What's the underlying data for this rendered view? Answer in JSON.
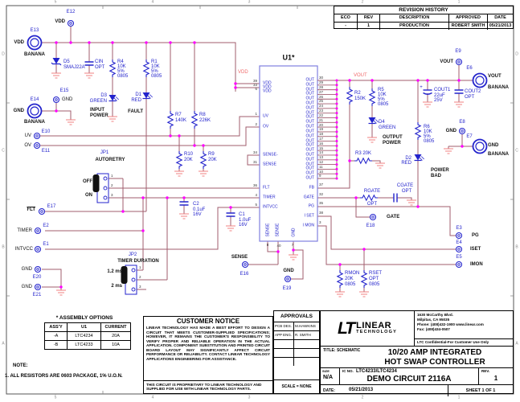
{
  "revision_history": {
    "title": "REVISION HISTORY",
    "headers": [
      "ECO",
      "REV",
      "DESCRIPTION",
      "APPROVED",
      "DATE"
    ],
    "rows": [
      [
        "-",
        "1",
        "PRODUCTION",
        "ROBERT SMITH",
        "05/21/2013"
      ]
    ]
  },
  "assembly_options": {
    "title": "* ASSEMBLY OPTIONS",
    "headers": [
      "ASS'Y",
      "U1",
      "CURRENT"
    ],
    "rows": [
      [
        "-A",
        "LTC4234",
        "20A"
      ],
      [
        "-B",
        "LTC4233",
        "10A"
      ]
    ]
  },
  "notes": {
    "heading": "NOTE:",
    "item1": "1. ALL RESISTORS ARE 0603 PACKAGE, 1% U.O.N."
  },
  "customer_notice": {
    "title": "CUSTOMER NOTICE",
    "body": "LINEAR TECHNOLOGY HAS MADE A BEST EFFORT TO DESIGN A CIRCUIT THAT MEETS CUSTOMER-SUPPLIED SPECIFICATIONS; HOWEVER, IT REMAINS THE CUSTOMER'S RESPONSIBILITY TO VERIFY PROPER AND RELIABLE OPERATION IN THE ACTUAL APPLICATION.  COMPONENT SUBSTITUTION AND PRINTED CIRCUIT BOARD LAYOUT MAY SIGNIFICANTLY AFFECT CIRCUIT PERFORMANCE OR RELIABILITY.  CONTACT LINEAR TECHNOLOGY APPLICATIONS ENGINEERING FOR ASSISTANCE.",
    "footer": "THIS CIRCUIT IS PROPRIETARY TO LINEAR TECHNOLOGY AND SUPPLIED FOR USE WITH LINEAR TECHNOLOGY PARTS."
  },
  "approvals": {
    "title": "APPROVALS",
    "rows": [
      [
        "PCB DES.",
        "M.HAWKINS"
      ],
      [
        "APP ENG.",
        "R. SMITH"
      ],
      [
        "",
        ""
      ],
      [
        "",
        ""
      ],
      [
        "",
        ""
      ]
    ],
    "scale": "SCALE = NONE"
  },
  "title_block": {
    "logo": "LT",
    "company": "LINEAR",
    "company2": "TECHNOLOGY",
    "addr1": "1630 McCarthy Blvd.",
    "addr2": "Milpitas, CA 95035",
    "addr3": "Phone: (408)432-1900  www.linear.com",
    "addr4": "Fax: (408)434-0507",
    "confidential": "LTC Confidential-For Customer Use Only",
    "title_label": "TITLE: SCHEMATIC",
    "title1": "10/20 AMP INTEGRATED",
    "title2": "HOT SWAP CONTROLLER",
    "size_label": "SIZE",
    "size": "N/A",
    "icno_label": "IC NO.",
    "icno": "LTC4233/LTC4234",
    "demo": "DEMO CIRCUIT 2116A",
    "rev_label": "REV.",
    "rev": "1",
    "date_label": "DATE:",
    "date": "05/21/2013",
    "sheet": "SHEET   1   OF   1"
  },
  "zones": {
    "cols": [
      "5",
      "4",
      "3",
      "2",
      "1"
    ],
    "rows": [
      "D",
      "C",
      "B",
      "A"
    ]
  },
  "schematic": {
    "out_pin_numbers": [
      30,
      29,
      28,
      27,
      26,
      25,
      24,
      23,
      22,
      21,
      20,
      19,
      18,
      17,
      16,
      15,
      14,
      13,
      12,
      11,
      10,
      9
    ],
    "labels": [
      [
        "E12",
        88,
        15,
        "b",
        "turret-ref-e12"
      ],
      [
        "VDD",
        81,
        27,
        "kb ra",
        "net-vdd-e12"
      ],
      [
        "E13",
        43,
        38,
        "b",
        "turret-ref-e13"
      ],
      [
        "VDD",
        30,
        53,
        "kb ra",
        "banana-vdd-label"
      ],
      [
        "BANANA",
        43,
        68,
        "kb",
        "banana-vdd-sub"
      ],
      [
        "D5",
        79,
        77,
        "b la",
        "ref-d5"
      ],
      [
        "SMAJ22A",
        79,
        84,
        "b la",
        "val-d5"
      ],
      [
        "CIN",
        118,
        77,
        "b la",
        "ref-cin"
      ],
      [
        "OPT",
        118,
        84,
        "b la",
        "val-cin"
      ],
      [
        "R4",
        146,
        77,
        "b la",
        "ref-r4"
      ],
      [
        "10K",
        146,
        83,
        "b la",
        "val-r4"
      ],
      [
        "5%",
        146,
        89,
        "b la",
        "tol-r4"
      ],
      [
        "0805",
        146,
        95,
        "b la",
        "pkg-r4"
      ],
      [
        "R1",
        188,
        77,
        "b la",
        "ref-r1"
      ],
      [
        "10K",
        188,
        83,
        "b la",
        "val-r1"
      ],
      [
        "5%",
        188,
        89,
        "b la",
        "tol-r1"
      ],
      [
        "0805",
        188,
        95,
        "b la",
        "pkg-r1"
      ],
      [
        "D3",
        133,
        119,
        "b ra",
        "ref-d3"
      ],
      [
        "GREEN",
        133,
        126,
        "b ra",
        "val-d3"
      ],
      [
        "INPUT",
        112,
        137,
        "kb la",
        "label-input-power-1"
      ],
      [
        "POWER",
        112,
        144,
        "kb la",
        "label-input-power-2"
      ],
      [
        "D1",
        176,
        118,
        "b ra",
        "ref-d1"
      ],
      [
        "RED",
        176,
        125,
        "b ra",
        "val-d1"
      ],
      [
        "FAULT",
        178,
        139,
        "kb ra",
        "label-fault"
      ],
      [
        "E15",
        80,
        113,
        "b",
        "turret-ref-e15"
      ],
      [
        "GND",
        77,
        124,
        "k la",
        "net-gnd-e15"
      ],
      [
        "E14",
        43,
        124,
        "b",
        "turret-ref-e14"
      ],
      [
        "GND",
        30,
        138,
        "kb ra",
        "banana-gnd-label"
      ],
      [
        "BANANA",
        43,
        152,
        "kb",
        "banana-gnd-sub"
      ],
      [
        "R7",
        218,
        143,
        "b la",
        "ref-r7"
      ],
      [
        "140K",
        218,
        150,
        "b la",
        "val-r7"
      ],
      [
        "R8",
        248,
        143,
        "b la",
        "ref-r8"
      ],
      [
        "226K",
        248,
        150,
        "b la",
        "val-r8"
      ],
      [
        "R10",
        229,
        192,
        "b la",
        "ref-r10"
      ],
      [
        "20K",
        229,
        199,
        "b la",
        "val-r10"
      ],
      [
        "R9",
        259,
        192,
        "b la",
        "ref-r9"
      ],
      [
        "20K",
        259,
        199,
        "b la",
        "val-r9"
      ],
      [
        "UV",
        39,
        169,
        "k ra",
        "net-uv"
      ],
      [
        "E10",
        57,
        164,
        "b",
        "turret-ref-e10"
      ],
      [
        "OV",
        39,
        181,
        "k ra",
        "net-ov"
      ],
      [
        "E11",
        57,
        188,
        "b",
        "turret-ref-e11"
      ],
      [
        "JP1",
        130,
        190,
        "b",
        "ref-jp1"
      ],
      [
        "AUTORETRY",
        137,
        199,
        "kb",
        "label-autoretry"
      ],
      [
        "OFF",
        115,
        226,
        "kb ra",
        "label-off"
      ],
      [
        "ON",
        115,
        243,
        "kb ra",
        "label-on"
      ],
      [
        "1",
        138,
        219,
        "p la",
        "jp1-pin1-num"
      ],
      [
        "2",
        138,
        231,
        "p la",
        "jp1-pin2-num"
      ],
      [
        "3",
        138,
        243,
        "p la",
        "jp1-pin3-num"
      ],
      [
        "FLT",
        44,
        261,
        "kb ra ov",
        "net-flt"
      ],
      [
        "E17",
        64,
        257,
        "b",
        "turret-ref-e17"
      ],
      [
        "TIMER",
        40,
        287,
        "k ra",
        "net-timer"
      ],
      [
        "E2",
        57,
        281,
        "b",
        "turret-ref-e2"
      ],
      [
        "INTVCC",
        41,
        310,
        "k ra",
        "net-intvcc"
      ],
      [
        "E1",
        57,
        304,
        "b",
        "turret-ref-e1"
      ],
      [
        "GND",
        40,
        335,
        "k ra",
        "net-gnd-e20"
      ],
      [
        "E20",
        46,
        345,
        "b",
        "turret-ref-e20"
      ],
      [
        "GND",
        40,
        357,
        "k ra",
        "net-gnd-e21"
      ],
      [
        "E21",
        46,
        367,
        "b",
        "turret-ref-e21"
      ],
      [
        "JP2",
        165,
        317,
        "b",
        "ref-jp2"
      ],
      [
        "TIMER DURATION",
        172,
        325,
        "kb",
        "label-timer-duration"
      ],
      [
        "1.2 ms",
        152,
        338,
        "kb ra",
        "label-1-2ms"
      ],
      [
        "2 ms",
        152,
        356,
        "kb ra",
        "label-2ms"
      ],
      [
        "1",
        173,
        333,
        "p la",
        "jp2-pin1-num"
      ],
      [
        "2",
        173,
        345,
        "p la",
        "jp2-pin2-num"
      ],
      [
        "3",
        173,
        357,
        "p la",
        "jp2-pin3-num"
      ],
      [
        "C2",
        240,
        254,
        "b la",
        "ref-c2"
      ],
      [
        "0.1uF",
        240,
        261,
        "b la",
        "val-c2"
      ],
      [
        "16V",
        240,
        267,
        "b la",
        "volt-c2"
      ],
      [
        "C1",
        297,
        267,
        "b la",
        "ref-c1"
      ],
      [
        "1.0uF",
        297,
        274,
        "b la",
        "val-c1"
      ],
      [
        "16V",
        297,
        280,
        "b la",
        "volt-c1"
      ],
      [
        "SENSE",
        298,
        320,
        "kb",
        "net-sense-e16"
      ],
      [
        "E16",
        304,
        341,
        "b",
        "turret-ref-e16"
      ],
      [
        "GND",
        359,
        337,
        "kb",
        "net-gnd-e19"
      ],
      [
        "E19",
        357,
        359,
        "b",
        "turret-ref-e19"
      ],
      [
        "VDD",
        296,
        90,
        "r la",
        "netlabel-vdd"
      ],
      [
        "U1*",
        359,
        72,
        "kb9",
        "ref-u1"
      ],
      [
        "VDD",
        327,
        104,
        "pn la",
        "u1-pin-vdd1"
      ],
      [
        "VDD",
        327,
        109,
        "pn la",
        "u1-pin-vdd2"
      ],
      [
        "VDD",
        327,
        114,
        "pn la",
        "u1-pin-vdd3"
      ],
      [
        "39",
        320,
        101,
        "p ra",
        "u1-num-39"
      ],
      [
        "33",
        320,
        106,
        "p ra",
        "u1-num-33"
      ],
      [
        "6",
        320,
        111,
        "p ra",
        "u1-num-6"
      ],
      [
        "UV",
        327,
        145,
        "pn la",
        "u1-pin-uv"
      ],
      [
        "1",
        320,
        142,
        "p ra",
        "u1-num-1"
      ],
      [
        "OV",
        327,
        158,
        "pn la",
        "u1-pin-ov"
      ],
      [
        "2",
        320,
        155,
        "p ra",
        "u1-num-2"
      ],
      [
        "SENSE-",
        327,
        193,
        "pn la",
        "u1-pin-sense-minus"
      ],
      [
        "34",
        320,
        190,
        "p ra",
        "u1-num-34"
      ],
      [
        "SENSE",
        327,
        205,
        "pn la",
        "u1-pin-sense"
      ],
      [
        "31",
        320,
        202,
        "p ra",
        "u1-num-31"
      ],
      [
        "FLT",
        327,
        234,
        "pn la",
        "u1-pin-flt"
      ],
      [
        "36",
        320,
        231,
        "p ra",
        "u1-num-36"
      ],
      [
        "TIMER",
        327,
        246,
        "pn la",
        "u1-pin-timer"
      ],
      [
        "4",
        320,
        243,
        "p ra",
        "u1-num-4"
      ],
      [
        "INTVCC",
        327,
        258,
        "pn la",
        "u1-pin-intvcc"
      ],
      [
        "5",
        320,
        255,
        "p ra",
        "u1-num-5"
      ],
      [
        "FB",
        391,
        234,
        "pn ra",
        "u1-pin-fb"
      ],
      [
        "37",
        397,
        230,
        "p la",
        "u1-num-37"
      ],
      [
        "GATE",
        391,
        246,
        "pn ra",
        "u1-pin-gate"
      ],
      [
        "32",
        397,
        242,
        "p la",
        "u1-num-32"
      ],
      [
        "PG",
        391,
        257,
        "pn ra",
        "u1-pin-pg"
      ],
      [
        "35",
        397,
        253,
        "p la",
        "u1-num-35"
      ],
      [
        "I SET",
        391,
        269,
        "pn ra",
        "u1-pin-iset"
      ],
      [
        "38",
        397,
        265,
        "p la",
        "u1-num-38"
      ],
      [
        "I MON",
        391,
        281,
        "pn ra",
        "u1-pin-imon"
      ],
      [
        "3",
        397,
        277,
        "p la",
        "u1-num-3"
      ],
      [
        "SENSE",
        334,
        286,
        "pn rot",
        "u1-pin-sense-bot1"
      ],
      [
        "SENSE",
        346,
        286,
        "pn rot",
        "u1-pin-sense-bot2"
      ],
      [
        "GND",
        366,
        289,
        "pn rot",
        "u1-pin-gnd"
      ],
      [
        "8",
        333,
        305,
        "p",
        "u1-num-8"
      ],
      [
        "40",
        347,
        306,
        "p",
        "u1-num-40"
      ],
      [
        "7",
        364,
        305,
        "p",
        "u1-num-7"
      ],
      [
        "VOUT",
        440,
        94,
        "r la",
        "netlabel-vout"
      ],
      [
        "R2",
        441,
        116,
        "b la",
        "ref-r2"
      ],
      [
        "150K",
        441,
        123,
        "b la",
        "val-r2"
      ],
      [
        "R5",
        470,
        112,
        "b la",
        "ref-r5"
      ],
      [
        "10K",
        470,
        118,
        "b la",
        "val-r5"
      ],
      [
        "5%",
        470,
        124,
        "b la",
        "tol-r5"
      ],
      [
        "0805",
        470,
        130,
        "b la",
        "pkg-r5"
      ],
      [
        "D4",
        471,
        152,
        "b la",
        "ref-d4"
      ],
      [
        "GREEN",
        471,
        159,
        "b la",
        "val-d4"
      ],
      [
        "OUTPUT",
        476,
        171,
        "kb la",
        "label-output-power-1"
      ],
      [
        "POWER",
        476,
        178,
        "kb la",
        "label-output-power-2"
      ],
      [
        "+",
        524,
        109,
        "b",
        "cout1-polarity"
      ],
      [
        "COUT1",
        540,
        112,
        "b la",
        "ref-cout1"
      ],
      [
        "22uF",
        540,
        119,
        "b la",
        "val-cout1"
      ],
      [
        "25V",
        540,
        125,
        "b la",
        "volt-cout1"
      ],
      [
        "COUT2",
        578,
        114,
        "b la",
        "ref-cout2"
      ],
      [
        "OPT",
        578,
        121,
        "b la",
        "val-cout2"
      ],
      [
        "R6",
        527,
        158,
        "b la",
        "ref-r6"
      ],
      [
        "10K",
        527,
        164,
        "b la",
        "val-r6"
      ],
      [
        "5%",
        527,
        170,
        "b la",
        "tol-r6"
      ],
      [
        "0805",
        527,
        176,
        "b la",
        "pkg-r6"
      ],
      [
        "D2",
        512,
        197,
        "b ra",
        "ref-d2"
      ],
      [
        "RED",
        512,
        203,
        "b ra",
        "val-d2"
      ],
      [
        "POWER",
        536,
        212,
        "kb la",
        "label-power-bad-1"
      ],
      [
        "BAD",
        536,
        219,
        "kb la",
        "label-power-bad-2"
      ],
      [
        "R3 20K",
        452,
        191,
        "b",
        "ref-r3"
      ],
      [
        "RGATE",
        463,
        238,
        "b",
        "ref-rgate"
      ],
      [
        "OPT",
        463,
        254,
        "b",
        "val-rgate"
      ],
      [
        "CGATE",
        504,
        231,
        "b",
        "ref-cgate"
      ],
      [
        "OPT",
        506,
        238,
        "b",
        "val-cgate"
      ],
      [
        "GATE",
        481,
        270,
        "kb la",
        "net-gate"
      ],
      [
        "E18",
        461,
        281,
        "b",
        "turret-ref-e18"
      ],
      [
        "RMON",
        429,
        340,
        "b la",
        "ref-rmon"
      ],
      [
        "20K",
        429,
        347,
        "b la",
        "val-rmon"
      ],
      [
        "0805",
        429,
        354,
        "b la",
        "pkg-rmon"
      ],
      [
        "RSET",
        459,
        340,
        "b la",
        "ref-rset"
      ],
      [
        "OPT",
        459,
        347,
        "b la",
        "val-rset"
      ],
      [
        "0805",
        459,
        354,
        "b la",
        "pkg-rset"
      ],
      [
        "E9",
        570,
        64,
        "b",
        "turret-ref-e9"
      ],
      [
        "VOUT",
        564,
        77,
        "kb ra",
        "net-vout-e9"
      ],
      [
        "E6",
        584,
        85,
        "b",
        "turret-ref-e6"
      ],
      [
        "VOUT",
        607,
        95,
        "kb la",
        "banana-vout-label"
      ],
      [
        "BANANA",
        607,
        109,
        "kb la",
        "banana-vout-sub"
      ],
      [
        "E8",
        575,
        152,
        "b",
        "turret-ref-e8"
      ],
      [
        "GND",
        568,
        163,
        "kb ra",
        "net-gnd-e8"
      ],
      [
        "E7",
        584,
        170,
        "b",
        "turret-ref-e7"
      ],
      [
        "GND",
        607,
        181,
        "kb la",
        "banana-gnd2-label"
      ],
      [
        "BANANA",
        607,
        192,
        "kb la",
        "banana-gnd2-sub"
      ],
      [
        "E3",
        571,
        284,
        "b",
        "turret-ref-e3"
      ],
      [
        "PG",
        587,
        293,
        "kb la",
        "net-pg"
      ],
      [
        "E4",
        571,
        302,
        "b",
        "turret-ref-e4"
      ],
      [
        "ISET",
        585,
        310,
        "kb la",
        "net-iset"
      ],
      [
        "E5",
        571,
        320,
        "b",
        "turret-ref-e5"
      ],
      [
        "IMON",
        585,
        329,
        "kb la",
        "net-imon"
      ]
    ]
  }
}
